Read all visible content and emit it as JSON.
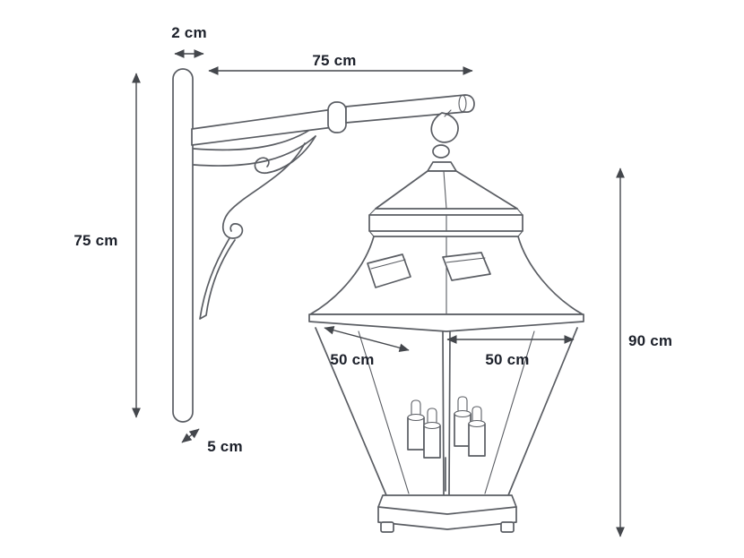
{
  "labels": {
    "bracket_thickness": "2 cm",
    "arm_length": "75 cm",
    "post_height": "75 cm",
    "post_depth": "5 cm",
    "lantern_depth": "50 cm",
    "lantern_width": "50 cm",
    "lantern_height": "90 cm"
  },
  "colors": {
    "line": "#5a5d63",
    "dimension": "#44474c",
    "text": "#1d212b",
    "background": "#ffffff"
  }
}
